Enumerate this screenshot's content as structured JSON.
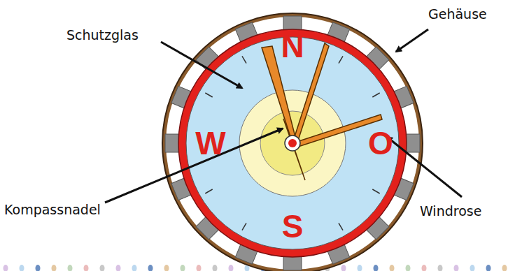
{
  "diagram": {
    "labels": [
      "Schutzglas",
      "Gehäuse",
      "N",
      "W",
      "O",
      "S",
      "Kompassnadel",
      "Windrose"
    ]
  }
}
